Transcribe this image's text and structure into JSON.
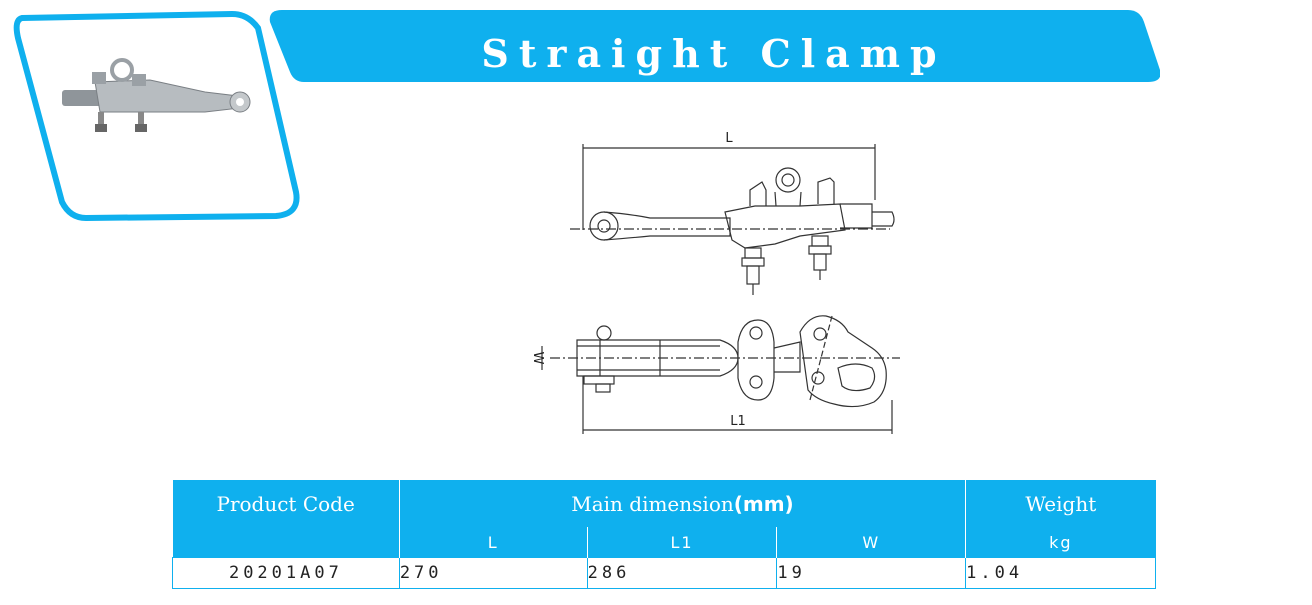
{
  "title": "Straight Clamp",
  "drawing_labels": {
    "L": "L",
    "W": "W",
    "L1": "L1"
  },
  "table": {
    "header_top": {
      "product_code": "Product Code",
      "main_dimension": "Main dimension",
      "unit": "(mm)",
      "weight": "Weight"
    },
    "header_sub": [
      "L",
      "L1",
      "W",
      "kg"
    ],
    "rows": [
      {
        "code": "20201A07",
        "L": "270",
        "L1": "286",
        "W": "19",
        "weight": "1.04"
      }
    ]
  },
  "colors": {
    "accent": "#0fb0ee"
  }
}
